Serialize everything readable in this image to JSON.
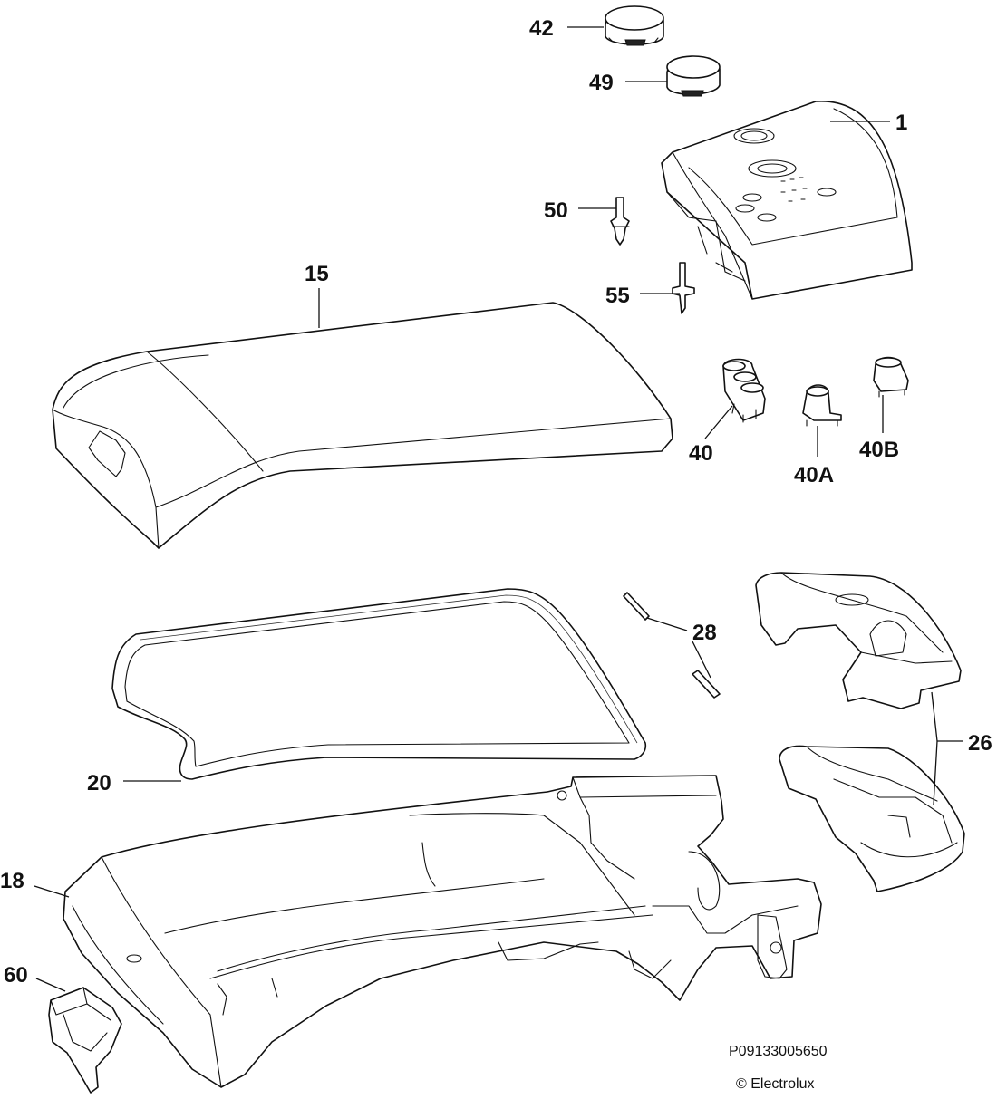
{
  "diagram": {
    "callouts": {
      "c1": "1",
      "c15": "15",
      "c18": "18",
      "c20": "20",
      "c26": "26",
      "c28": "28",
      "c40": "40",
      "c40a": "40A",
      "c40b": "40B",
      "c42": "42",
      "c49": "49",
      "c50": "50",
      "c55": "55",
      "c60": "60"
    },
    "drawing_number": "P09133005650",
    "copyright": "© Electrolux"
  }
}
